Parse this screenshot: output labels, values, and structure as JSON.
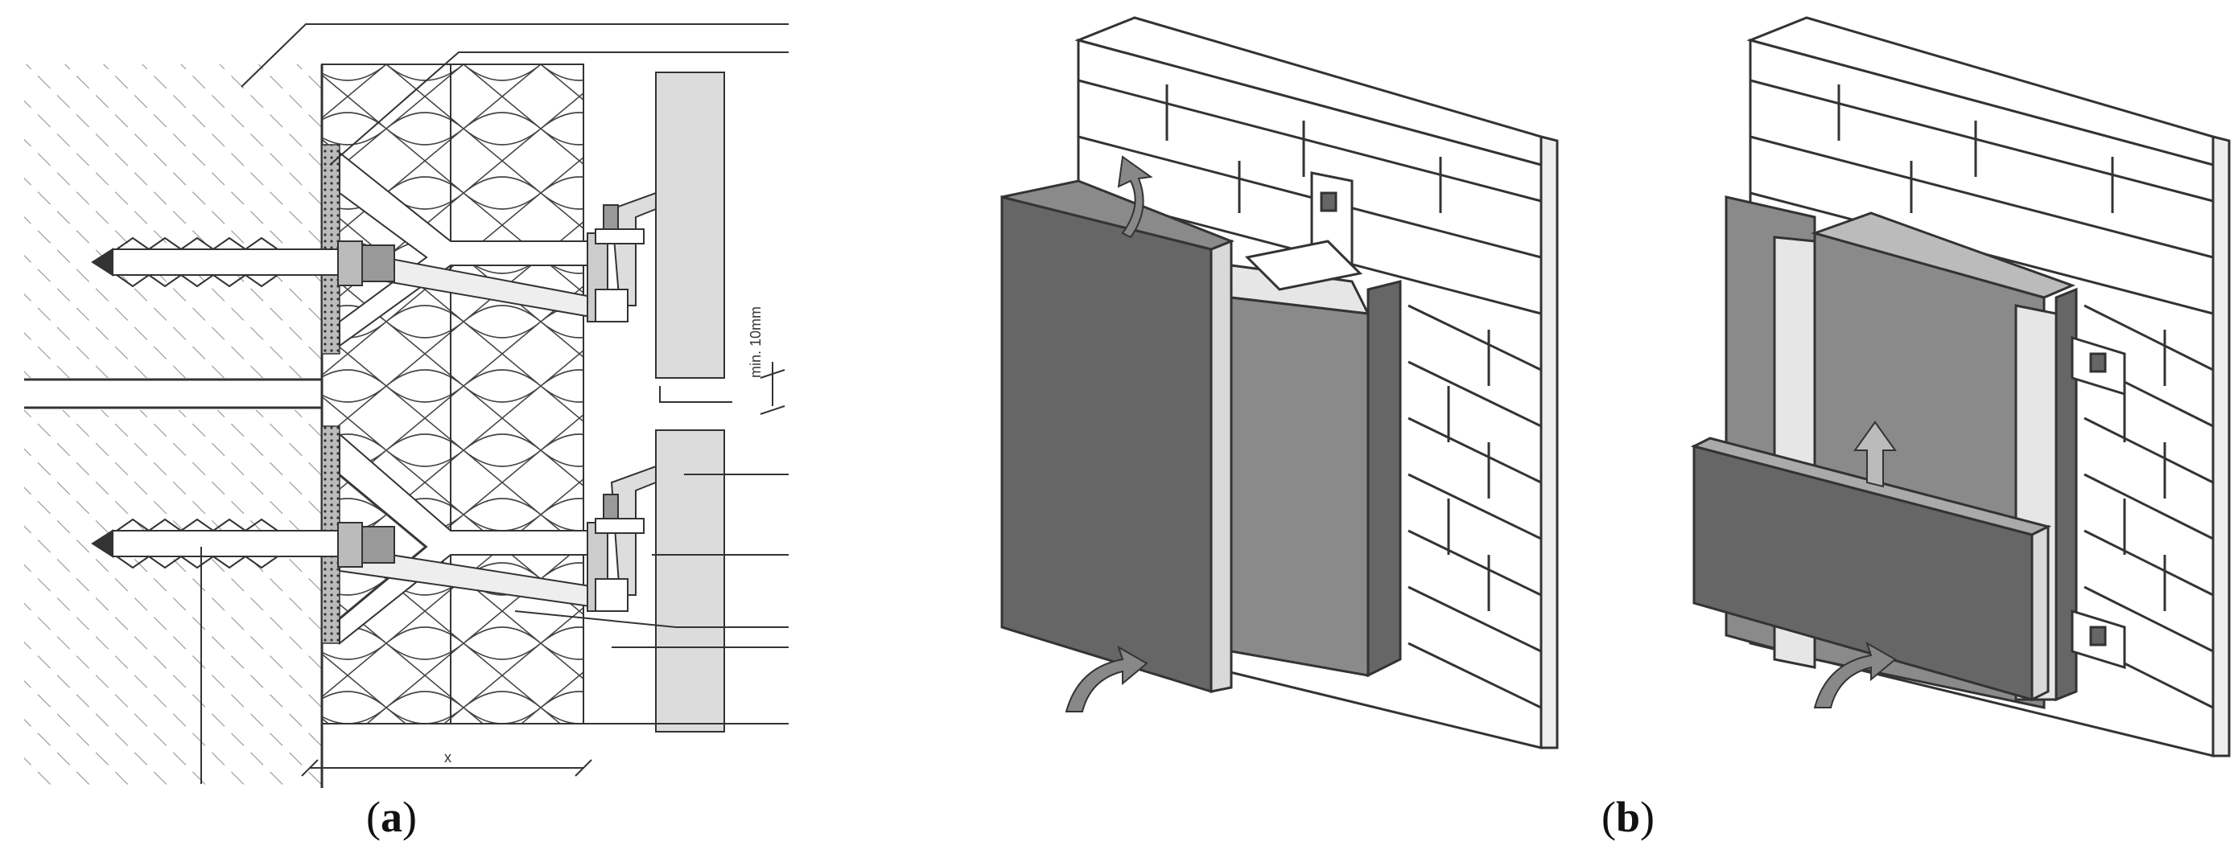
{
  "panels": {
    "a": {
      "label": "a",
      "dimension_text": "min. 10mm",
      "dimension_x": "x"
    },
    "b": {
      "label": "b"
    }
  },
  "colors": {
    "panel_dark": "#666666",
    "panel_mid": "#8a8a8a",
    "panel_light": "#d9d9d9",
    "wall_line": "#333333",
    "brick_fill": "#ffffff",
    "cladding_fill": "#dcdcdc"
  }
}
